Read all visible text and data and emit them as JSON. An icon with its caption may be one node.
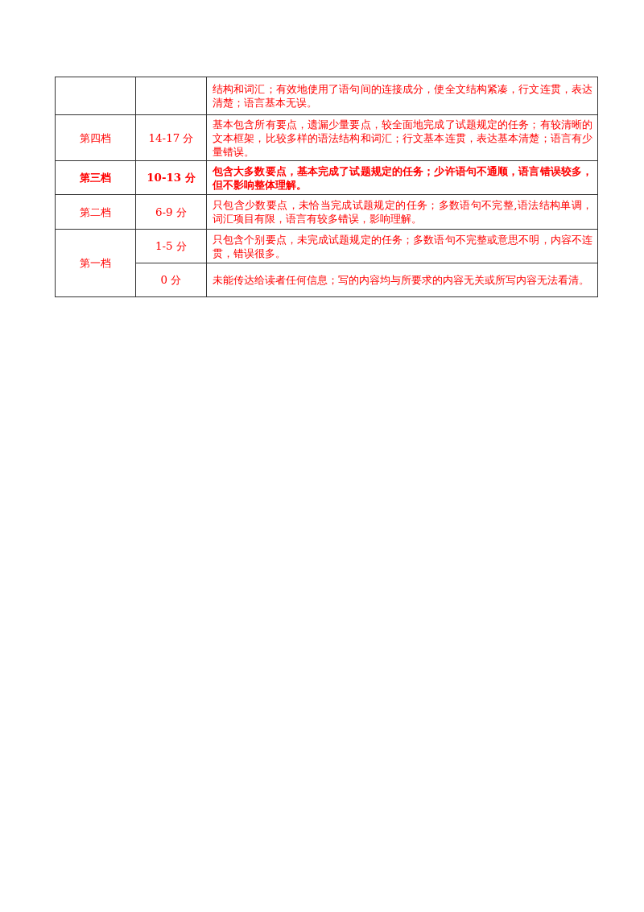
{
  "diagram": {
    "labels": [
      "结构和词汇；有效地使用了语句间的连接成分，使全文结构紧凑，行文连贯，表达清楚；语言基本无误。",
      "第四档",
      "14-17 分",
      "基本包含所有要点，遗漏少量要点，较全面地完成了试题规定的任务；有较清晰的文本框架，比较多样的语法结构和词汇；行文基本连贯，表达基本清楚；语言有少量错误。",
      "第三档",
      "10-13 分",
      "包含大多数要点，基本完成了试题规定的任务；少许语句不通顺，语言错误较多，但不影响整体理解。",
      "第二档",
      "6-9 分",
      "只包含少数要点，未恰当完成试题规定的任务；多数语句不完整,语法结构单调，词汇项目有限，语言有较多错误，影响理解。",
      "第一档",
      "1-5 分",
      "只包含个别要点，未完成试题规定的任务；多数语句不完整或意思不明，内容不连贯，错误很多。",
      "0 分",
      "未能传达给读者任何信息；写的内容均与所要求的内容无关或所写内容无法看清。"
    ]
  }
}
